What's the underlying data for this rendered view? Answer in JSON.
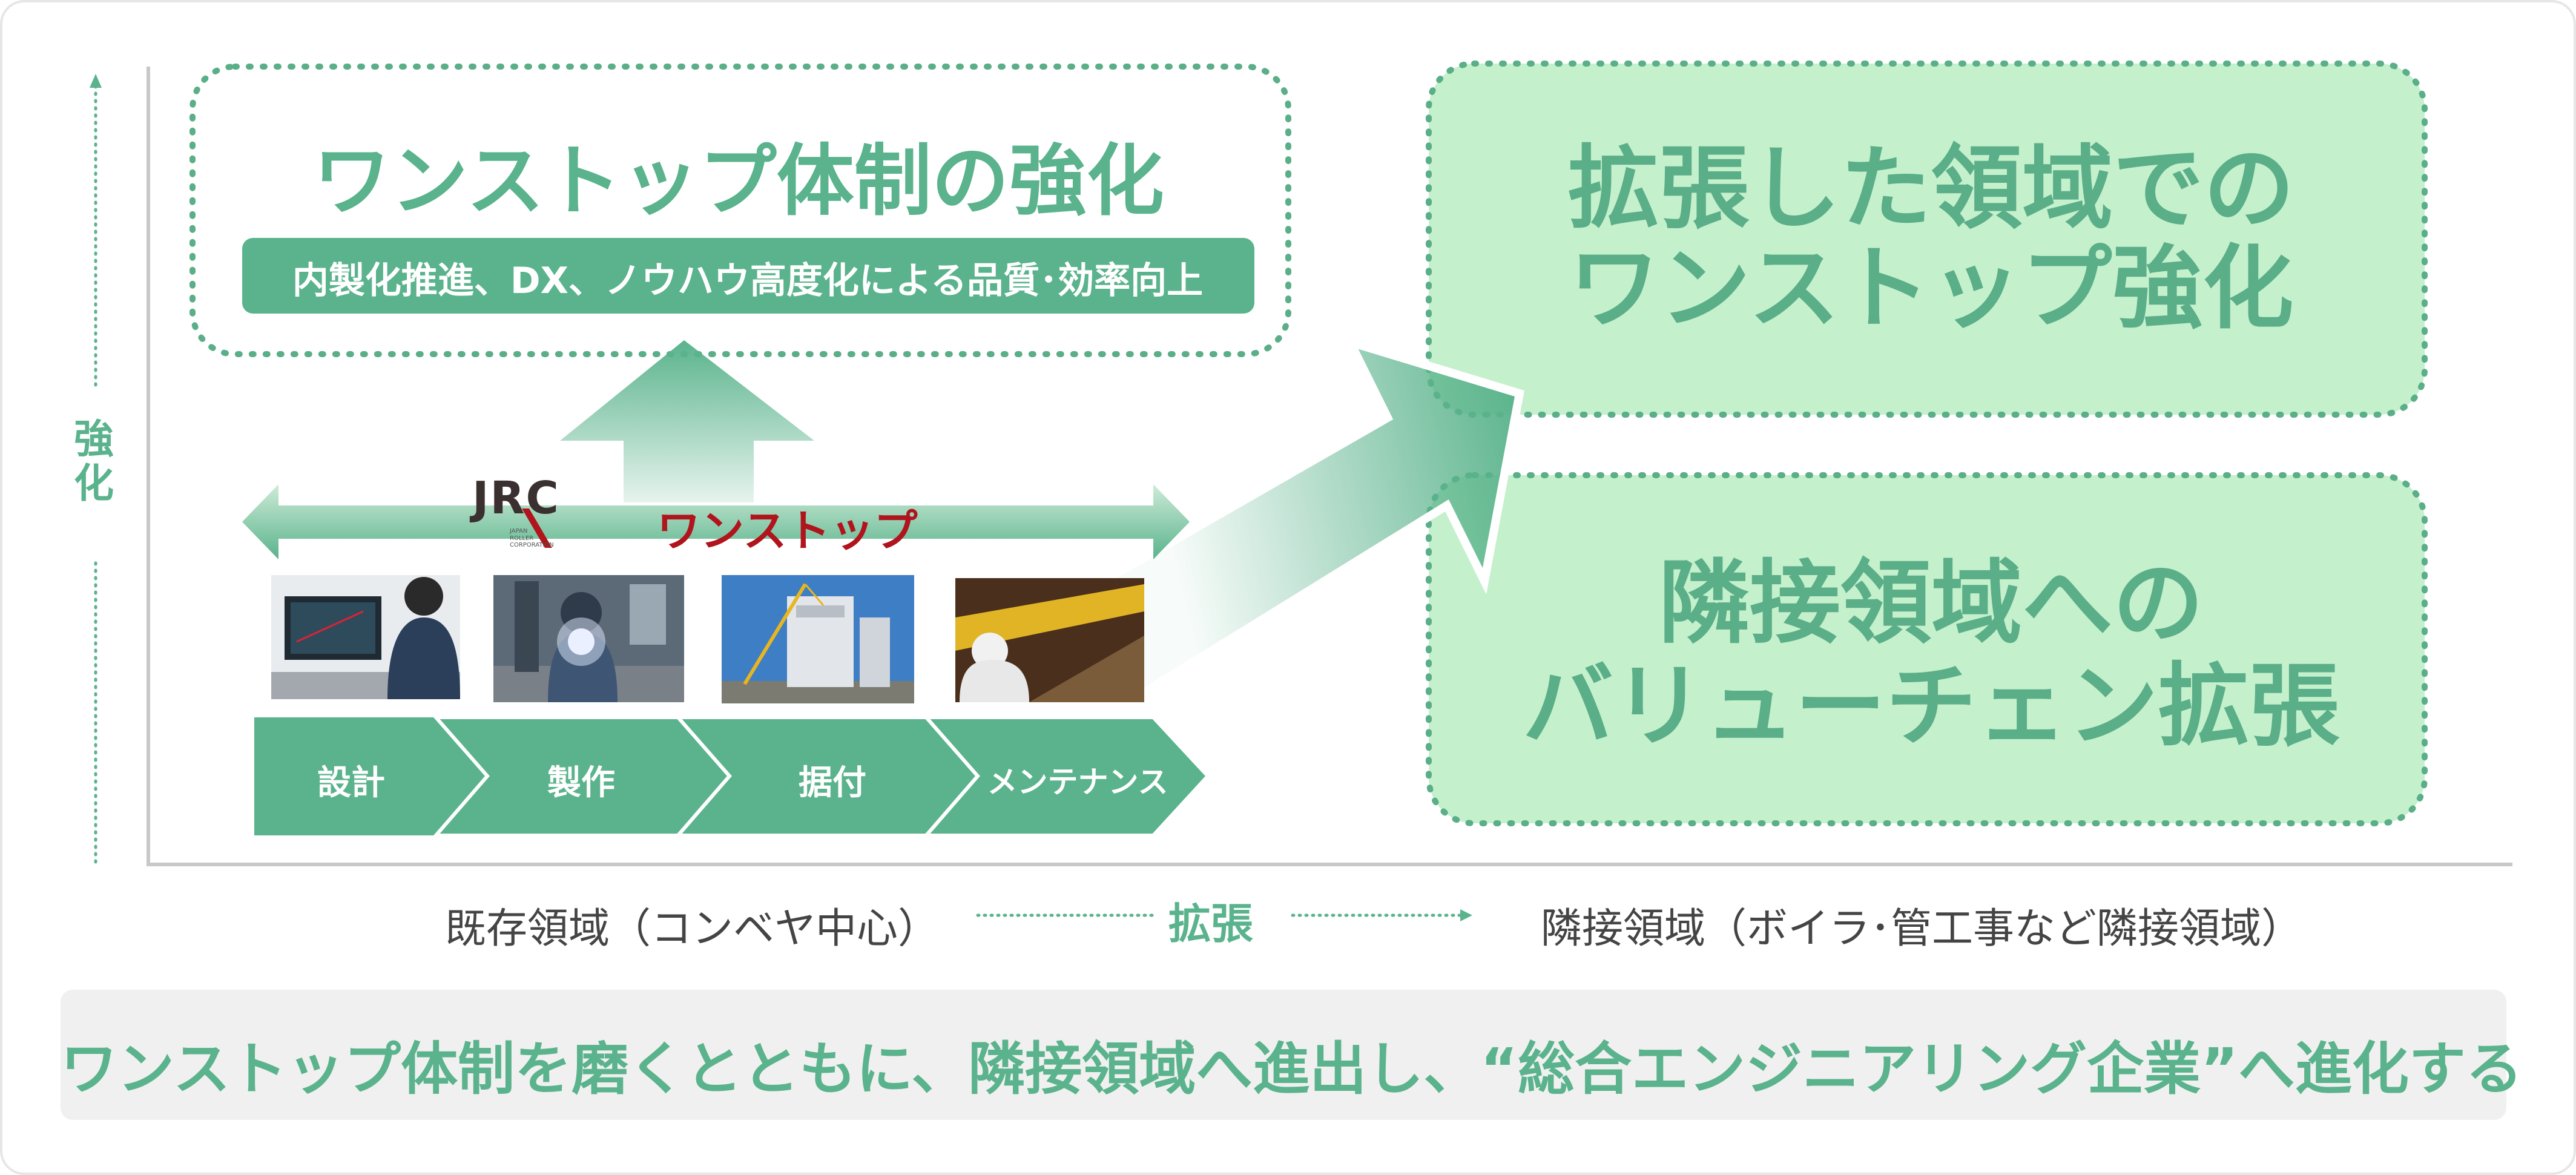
{
  "top_box": {
    "title": "ワンストップ体制の強化",
    "subtitle": "内製化推進、DX、ノウハウ高度化による品質･効率向上"
  },
  "expanded_box": {
    "line1": "拡張した領域での",
    "line2": "ワンストップ強化"
  },
  "adjacent_box": {
    "line1": "隣接領域への",
    "line2": "バリューチェン拡張"
  },
  "axis": {
    "vertical_label": "強化",
    "x_current": "既存領域（コンベヤ中心）",
    "x_expand": "拡張",
    "x_adjacent": "隣接領域（ボイラ･管工事など隣接領域）"
  },
  "logo": {
    "text": "JRC",
    "sub": [
      "JAPAN",
      "ROLLER",
      "CORPORATION"
    ]
  },
  "onestop_label": "ワンストップ",
  "process_steps": [
    "設計",
    "製作",
    "据付",
    "メンテナンス"
  ],
  "photos": [
    {
      "depicts": "engineer-at-cad-desk-photo"
    },
    {
      "depicts": "welding-worker-photo"
    },
    {
      "depicts": "boiler-plant-construction-photo"
    },
    {
      "depicts": "maintenance-worker-photo"
    }
  ],
  "bottom_message": "ワンストップ体制を磨くとともに、隣接領域へ進出し、“総合エンジニアリング企業”へ進化する",
  "colors": {
    "accent_green": "#5ab38c",
    "light_green": "#c4f0cc",
    "dotted_border": "#5aae88",
    "onestop_red": "#b0141c",
    "axis_gray": "#c8c8c8",
    "banner_gray": "#f0f0f0"
  }
}
